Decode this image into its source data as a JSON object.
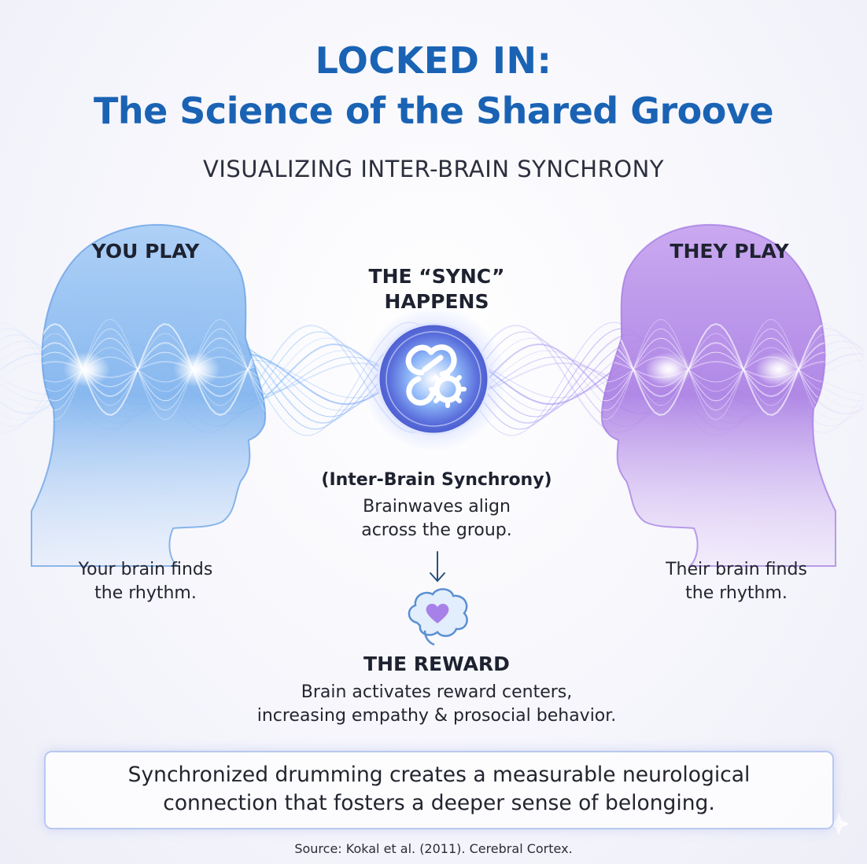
{
  "header": {
    "title_line1": "LOCKED IN:",
    "title_line2": "The Science of the Shared Groove",
    "subtitle": "VISUALIZING INTER-BRAIN SYNCHRONY"
  },
  "left": {
    "label": "YOU PLAY",
    "desc_line1": "Your brain finds",
    "desc_line2": "the rhythm."
  },
  "right": {
    "label": "THEY PLAY",
    "desc_line1": "Their brain finds",
    "desc_line2": "the rhythm."
  },
  "center": {
    "label_line1": "THE “SYNC”",
    "label_line2": "HAPPENS",
    "term": "(Inter-Brain Synchrony)",
    "desc_line1": "Brainwaves align",
    "desc_line2": "across the group.",
    "arrow": "↓",
    "sync_icon": "link-gear-icon",
    "reward_icon": "brain-heart-icon"
  },
  "reward": {
    "title": "THE REWARD",
    "desc_line1": "Brain activates reward centers,",
    "desc_line2": "increasing empathy & prosocial behavior."
  },
  "conclusion": {
    "line1": "Synchronized drumming creates a measurable neurological",
    "line2": "connection that fosters a deeper sense of belonging."
  },
  "source": "Source: Kokal et al. (2011). Cerebral Cortex.",
  "colors": {
    "title": "#1a63b4",
    "left_head": "#6aa8ec",
    "right_head": "#b98ae6",
    "wave_blue": "#7db8f5",
    "wave_purple": "#a98af0"
  }
}
